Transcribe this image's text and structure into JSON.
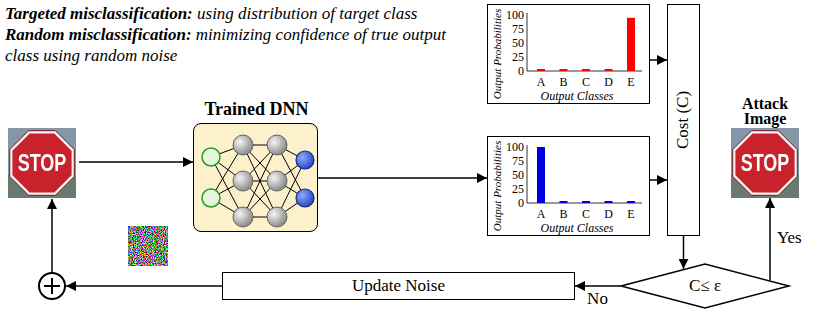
{
  "diagram": {
    "nodes": [
      {
        "text": [
          "Trained DNN"
        ]
      },
      {
        "text": [
          "Output Probabilities",
          "100",
          "75",
          "50",
          "25",
          "0",
          "A",
          "B",
          "C",
          "D",
          "E",
          "Output Classes"
        ]
      },
      {
        "text": [
          "Output Probabilities",
          "100",
          "75",
          "50",
          "25",
          "0",
          "A",
          "B",
          "C",
          "D",
          "E",
          "Output Classes"
        ]
      },
      {
        "text": [
          "Cost (C)"
        ]
      },
      {
        "text": [
          "Attack Image"
        ]
      },
      {
        "text": [
          "C≤ ε"
        ]
      },
      {
        "text": [
          "Update Noise"
        ]
      }
    ],
    "edges": [
      {
        "from": 0,
        "to": 2,
        "arrow": "to"
      },
      {
        "from": 1,
        "to": 3,
        "arrow": "to"
      },
      {
        "from": 2,
        "to": 3,
        "arrow": "to"
      },
      {
        "from": 3,
        "to": 5,
        "arrow": "to"
      },
      {
        "from": 5,
        "to": 4,
        "label": "Yes",
        "arrow": "to"
      },
      {
        "from": 5,
        "to": 6,
        "label": "No",
        "arrow": "to"
      }
    ],
    "labels": [
      "Targeted misclassification:",
      "using distribution of target class",
      "Random misclassification:",
      "minimizing confidence of true output class using random noise",
      "STOP",
      "STOP"
    ]
  }
}
